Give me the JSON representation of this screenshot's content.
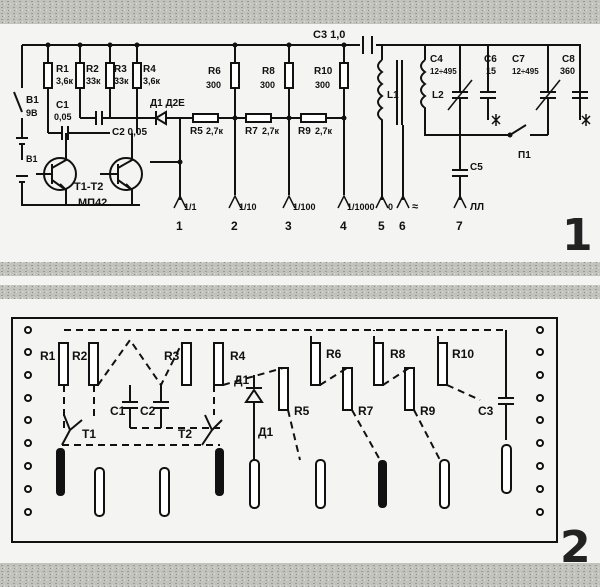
{
  "figure1": {
    "number": "1",
    "battery_label": "B1",
    "battery_voltage": "9B",
    "battery_label_2": "B1",
    "capacitor_top_label": "C3 1,0",
    "transistor_label": "T1-T2",
    "transistor_type": "МП42",
    "diode_label": "Д1 Д2Е",
    "c1_label": "C1",
    "c1_value": "0,05",
    "c2_label": "C2 0,05",
    "resistors_top": [
      {
        "name": "R1",
        "value": "3,6к"
      },
      {
        "name": "R2",
        "value": "33к"
      },
      {
        "name": "R3",
        "value": "33к"
      },
      {
        "name": "R4",
        "value": "3,6к"
      },
      {
        "name": "R6",
        "value": "300"
      },
      {
        "name": "R8",
        "value": "300"
      },
      {
        "name": "R10",
        "value": "300"
      }
    ],
    "resistors_series": [
      {
        "name": "R5",
        "value": "2,7к"
      },
      {
        "name": "R7",
        "value": "2,7к"
      },
      {
        "name": "R9",
        "value": "2,7к"
      }
    ],
    "coil_labels": [
      "L1",
      "L2"
    ],
    "caps_right": [
      {
        "name": "C4",
        "value": "12÷495"
      },
      {
        "name": "C6",
        "value": "15"
      },
      {
        "name": "C7",
        "value": "12÷495"
      },
      {
        "name": "C8",
        "value": "360"
      }
    ],
    "c5_label": "C5",
    "switch_label": "П1",
    "outputs": [
      {
        "num": "1",
        "ratio": "1/1"
      },
      {
        "num": "2",
        "ratio": "1/10"
      },
      {
        "num": "3",
        "ratio": "1/100"
      },
      {
        "num": "4",
        "ratio": "1/1000"
      },
      {
        "num": "5",
        "ratio": "0"
      },
      {
        "num": "6",
        "ratio": "≈"
      },
      {
        "num": "7",
        "ratio": "ЛЛ"
      }
    ]
  },
  "figure2": {
    "number": "2",
    "labels": [
      "R1",
      "R2",
      "R3",
      "R4",
      "Д1",
      "R6",
      "R8",
      "R10",
      "C1",
      "C2",
      "R5",
      "R7",
      "R9",
      "C3",
      "T1",
      "T2",
      "Д1"
    ]
  },
  "colors": {
    "ink": "#111111",
    "band": "#b9b9b4",
    "paper": "#f4f4f2"
  }
}
